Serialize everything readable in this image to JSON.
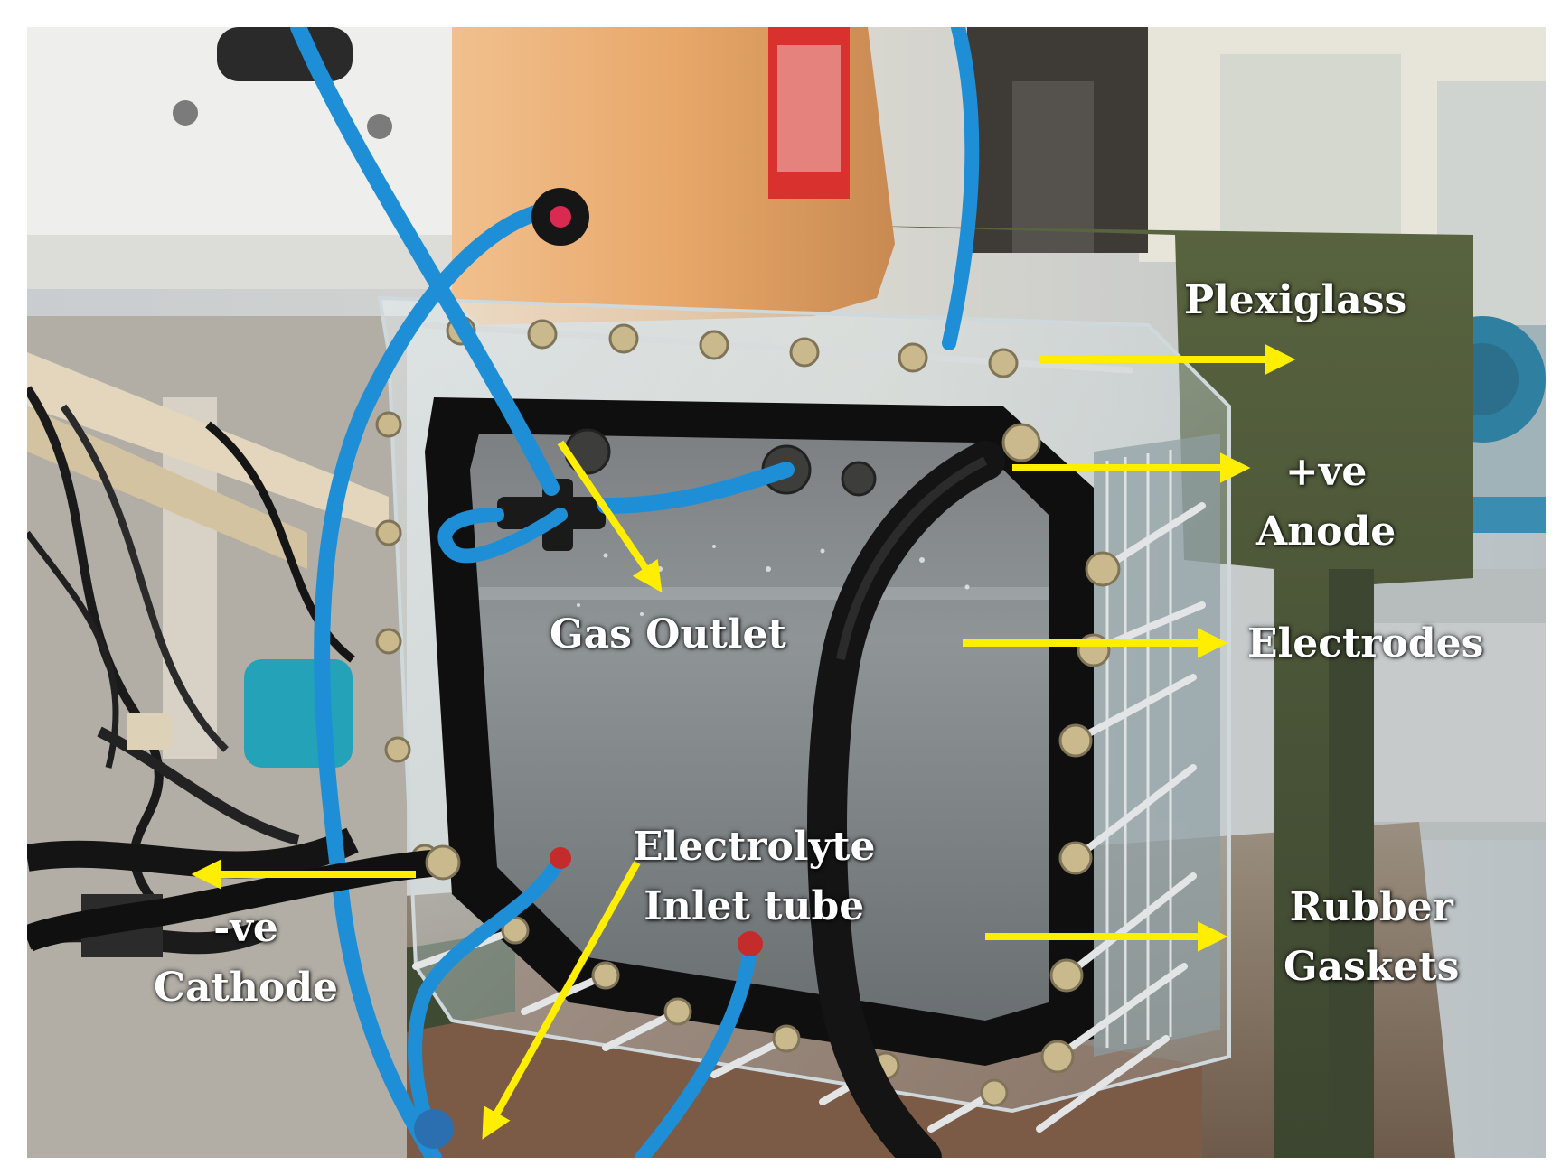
{
  "labels": {
    "plexiglass": "Plexiglass",
    "anode": [
      "+ve",
      "Anode"
    ],
    "gas_outlet": "Gas Outlet",
    "electrodes": "Electrodes",
    "electrolyte_inlet": [
      "Electrolyte",
      "Inlet  tube"
    ],
    "cathode": [
      "-ve",
      "Cathode"
    ],
    "rubber_gaskets": [
      "Rubber",
      "Gaskets"
    ]
  },
  "colors": {
    "arrow": "#ffee00",
    "label_text": "#ffffff",
    "tube_blue": "#1e8fd6",
    "hose_black": "#141414",
    "stand_green": "#4a5638",
    "tank_orange": "#e8a86a"
  }
}
